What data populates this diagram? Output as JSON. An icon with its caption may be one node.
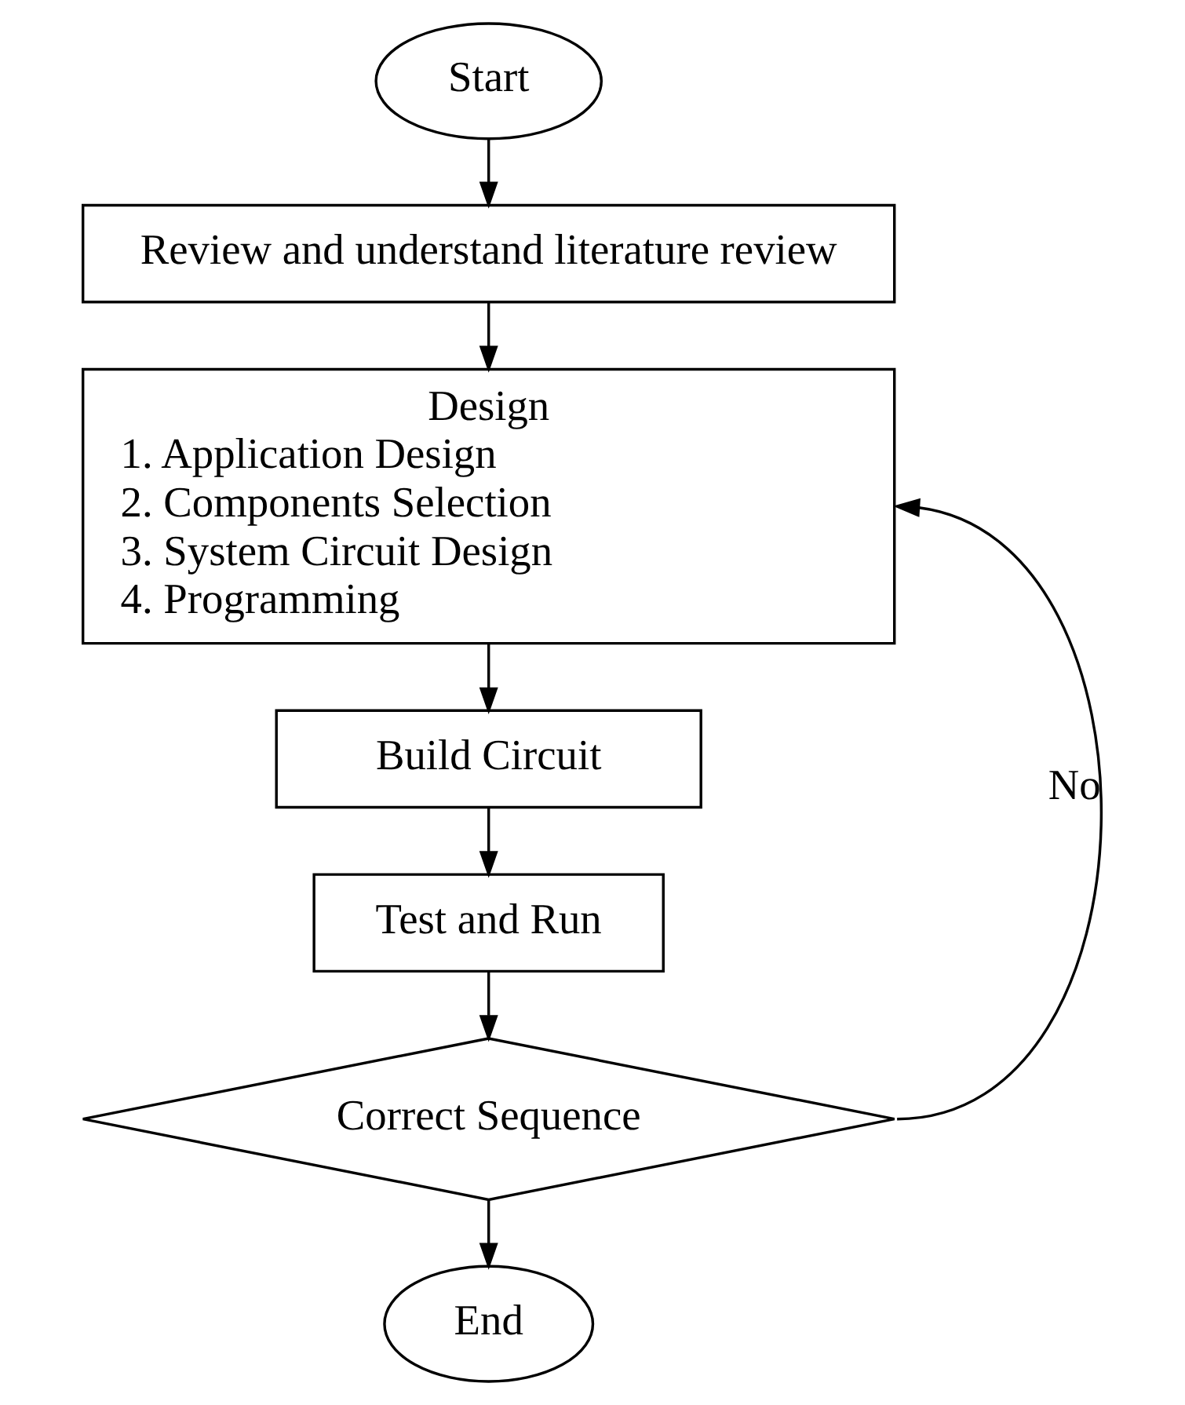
{
  "diagram": {
    "nodes": [
      {
        "text": [
          "Start"
        ]
      },
      {
        "text": [
          "Review and understand literature review"
        ]
      },
      {
        "text": [
          "Design",
          "1. Application Design",
          "2. Components Selection",
          "3. System Circuit Design",
          "4. Programming"
        ]
      },
      {
        "text": [
          "Build Circuit"
        ]
      },
      {
        "text": [
          "Test and Run"
        ]
      },
      {
        "text": [
          "Correct Sequence"
        ]
      },
      {
        "text": [
          "End"
        ]
      }
    ],
    "edges": [
      {
        "from": 0,
        "to": 1,
        "arrow": "to"
      },
      {
        "from": 1,
        "to": 2,
        "arrow": "to"
      },
      {
        "from": 2,
        "to": 3,
        "arrow": "to"
      },
      {
        "from": 3,
        "to": 4,
        "arrow": "to"
      },
      {
        "from": 4,
        "to": 5,
        "arrow": "to"
      },
      {
        "from": 5,
        "to": 6,
        "arrow": "to"
      },
      {
        "from": 5,
        "to": 2,
        "arrow": "to",
        "label": "No"
      }
    ]
  }
}
